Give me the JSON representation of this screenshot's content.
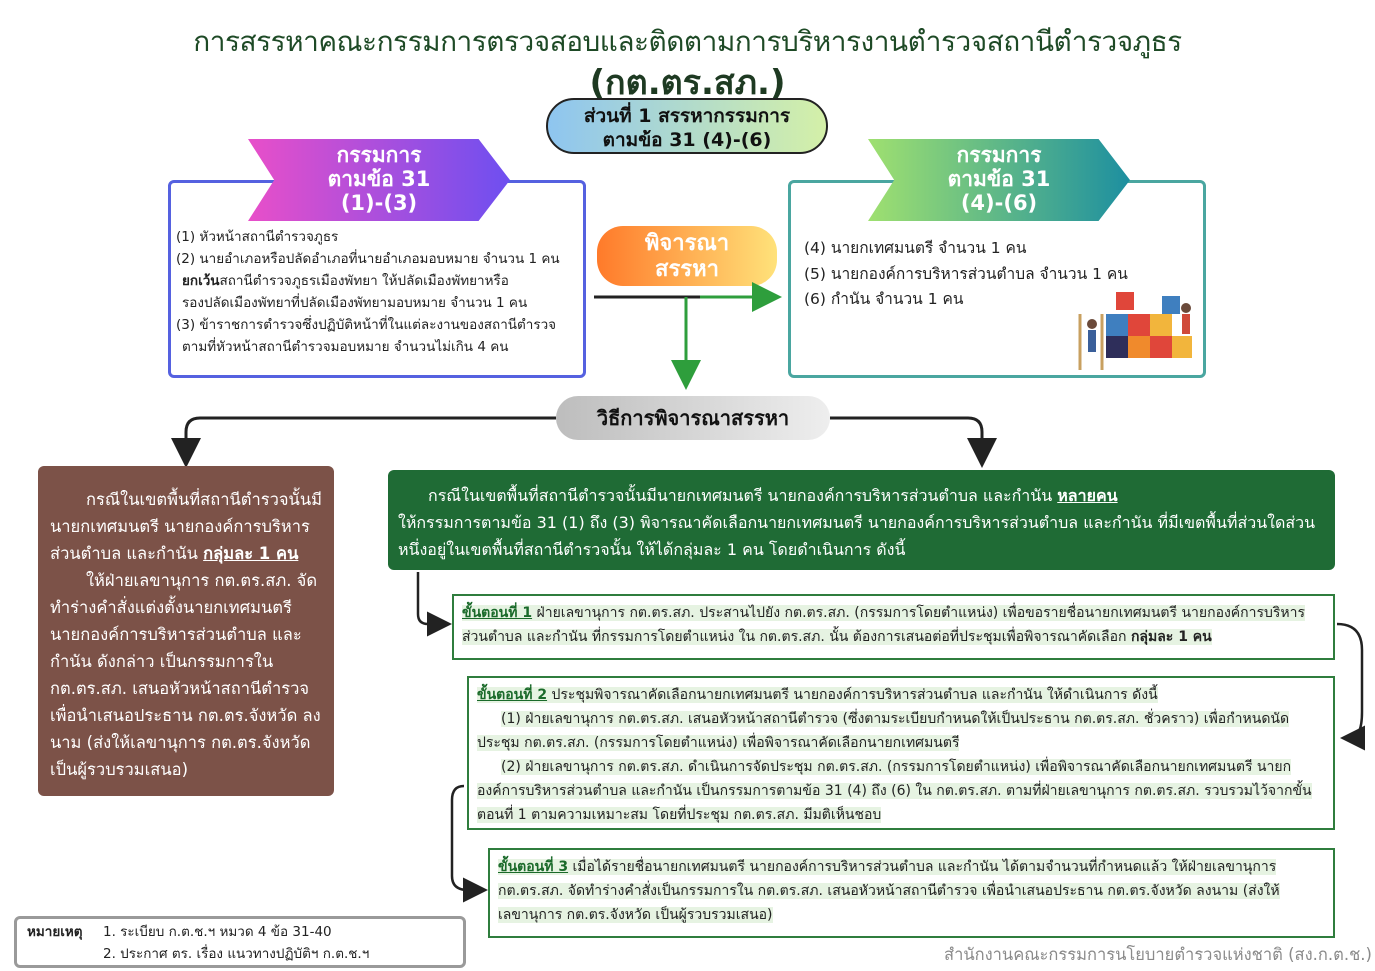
{
  "title": {
    "line1": "การสรรหาคณะกรรมการตรวจสอบและติดตามการบริหารงานตำรวจสถานีตำรวจภูธร",
    "line2": "(กต.ตร.สภ.)"
  },
  "part1": {
    "line1": "ส่วนที่ 1 สรรหากรรมการ",
    "line2": "ตามข้อ 31 (4)-(6)"
  },
  "left_banner": {
    "line1": "กรรมการ",
    "line2": "ตามข้อ 31",
    "line3": "(1)-(3)"
  },
  "right_banner": {
    "line1": "กรรมการ",
    "line2": "ตามข้อ 31",
    "line3": "(4)-(6)"
  },
  "left_items": [
    "(1) หัวหน้าสถานีตำรวจภูธร",
    "(2) นายอำเภอหรือปลัดอำเภอที่นายอำเภอมอบหมาย จำนวน 1 คน",
    "ยกเว้นสถานีตำรวจภูธรเมืองพัทยา ให้ปลัดเมืองพัทยาหรือ",
    "รองปลัดเมืองพัทยาที่ปลัดเมืองพัทยามอบหมาย จำนวน 1 คน",
    "(3) ข้าราชการตำรวจซึ่งปฏิบัติหน้าที่ในแต่ละงานของสถานีตำรวจ",
    "ตามที่หัวหน้าสถานีตำรวจมอบหมาย จำนวนไม่เกิน 4 คน"
  ],
  "left_items_bold_prefix": "ยกเว้น",
  "right_items": [
    "(4) นายกเทศมนตรี จำนวน 1 คน",
    "(5) นายกองค์การบริหารส่วนตำบล จำนวน 1 คน",
    "(6) กำนัน จำนวน 1 คน"
  ],
  "consider": {
    "line1": "พิจารณา",
    "line2": "สรรหา"
  },
  "method_label": "วิธีการพิจารณาสรรหา",
  "brown_box": {
    "p1": "กรณีในเขตพื้นที่สถานีตำรวจนั้นมีนายกเทศมนตรี นายกองค์การบริหารส่วนตำบล และกำนัน",
    "p1_emph": "กลุ่มละ 1 คน",
    "p2": "ให้ฝ่ายเลขานุการ กต.ตร.สภ. จัดทำร่างคำสั่งแต่งตั้งนายกเทศมนตรี นายกองค์การบริหารส่วนตำบล และ กำนัน ดังกล่าว เป็นกรรมการใน กต.ตร.สภ. เสนอหัวหน้าสถานีตำรวจ เพื่อนำเสนอประธาน กต.ตร.จังหวัด ลงนาม (ส่งให้เลขานุการ กต.ตร.จังหวัด เป็นผู้รวบรวมเสนอ)"
  },
  "green_box": {
    "p1": "กรณีในเขตพื้นที่สถานีตำรวจนั้นมีนายกเทศมนตรี นายกองค์การบริหารส่วนตำบล และกำนัน",
    "p1_emph": "หลายคน",
    "p2": "ให้กรรมการตามข้อ 31 (1) ถึง (3) พิจารณาคัดเลือกนายกเทศมนตรี นายกองค์การบริหารส่วนตำบล และกำนัน ที่มีเขตพื้นที่ส่วนใดส่วนหนึ่งอยู่ในเขตพื้นที่สถานีตำรวจนั้น ให้ได้กลุ่มละ 1 คน โดยดำเนินการ ดังนี้"
  },
  "step1": {
    "label": "ขั้นตอนที่ 1",
    "text": "ฝ่ายเลขานุการ กต.ตร.สภ. ประสานไปยัง กต.ตร.สภ. (กรรมการโดยตำแหน่ง) เพื่อขอรายชื่อนายกเทศมนตรี นายกองค์การบริหารส่วนตำบล และกำนัน ที่กรรมการโดยตำแหน่ง ใน กต.ตร.สภ. นั้น ต้องการเสนอต่อที่ประชุมเพื่อพิจารณาคัดเลือก",
    "emph": "กลุ่มละ 1 คน"
  },
  "step2": {
    "label": "ขั้นตอนที่ 2",
    "text": "ประชุมพิจารณาคัดเลือกนายกเทศมนตรี นายกองค์การบริหารส่วนตำบล และกำนัน ให้ดำเนินการ ดังนี้",
    "sub1": "(1) ฝ่ายเลขานุการ กต.ตร.สภ. เสนอหัวหน้าสถานีตำรวจ (ซึ่งตามระเบียบกำหนดให้เป็นประธาน กต.ตร.สภ. ชั่วคราว) เพื่อกำหนดนัดประชุม กต.ตร.สภ. (กรรมการโดยตำแหน่ง) เพื่อพิจารณาคัดเลือกนายกเทศมนตรี",
    "sub2": "(2) ฝ่ายเลขานุการ กต.ตร.สภ. ดำเนินการจัดประชุม กต.ตร.สภ. (กรรมการโดยตำแหน่ง) เพื่อพิจารณาคัดเลือกนายกเทศมนตรี นายกองค์การบริหารส่วนตำบล และกำนัน เป็นกรรมการตามข้อ 31 (4) ถึง (6) ใน กต.ตร.สภ. ตามที่ฝ่ายเลขานุการ กต.ตร.สภ. รวบรวมไว้จากขั้นตอนที่ 1 ตามความเหมาะสม โดยที่ประชุม กต.ตร.สภ. มีมติเห็นชอบ"
  },
  "step3": {
    "label": "ขั้นตอนที่ 3",
    "text": "เมื่อได้รายชื่อนายกเทศมนตรี นายกองค์การบริหารส่วนตำบล และกำนัน ได้ตามจำนวนที่กำหนดแล้ว ให้ฝ่ายเลขานุการ กต.ตร.สภ. จัดทำร่างคำสั่งเป็นกรรมการใน กต.ตร.สภ. เสนอหัวหน้าสถานีตำรวจ เพื่อนำเสนอประธาน กต.ตร.จังหวัด ลงนาม (ส่งให้เลขานุการ กต.ตร.จังหวัด เป็นผู้รวบรวมเสนอ)"
  },
  "note": {
    "label": "หมายเหตุ",
    "line1": "1. ระเบียบ ก.ต.ช.ฯ หมวด 4 ข้อ 31-40",
    "line2": "2. ประกาศ ตร. เรื่อง แนวทางปฏิบัติฯ ก.ต.ช.ฯ"
  },
  "footer": "สำนักงานคณะกรรมการนโยบายตำรวจแห่งชาติ (สง.ก.ต.ช.)",
  "colors": {
    "dark_green": "#1f6b35",
    "brown": "#7c5248",
    "left_border": "#5561e0",
    "right_border": "#4aa6a0",
    "arrow_green": "#2e9e3c"
  },
  "icons": [
    "puzzle-team-illustration",
    "arrow-right",
    "arrow-down",
    "curved-arrow"
  ]
}
